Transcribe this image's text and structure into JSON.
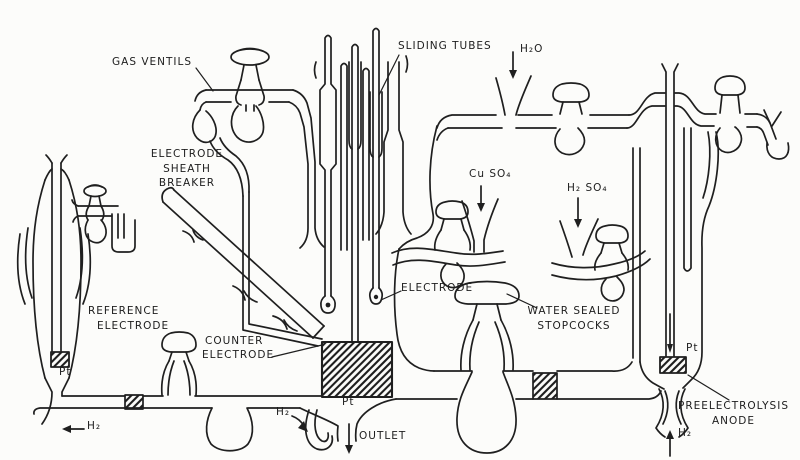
{
  "labels": {
    "gas_ventils": "GAS VENTILS",
    "sliding_tubes": "SLIDING TUBES",
    "h2o_inlet": "H₂O",
    "electrode_sheath_line1": "ELECTRODE SHEATH",
    "electrode_sheath_line2": "BREAKER",
    "cu_so4_inlet": "Cu SO₄",
    "h2_so4_inlet": "H₂ SO₄",
    "electrode": "ELECTRODE",
    "water_sealed_line1": "WATER SEALED",
    "water_sealed_line2": "STOPCOCKS",
    "reference_electrode_line1": "REFERENCE",
    "reference_electrode_line2": "ELECTRODE",
    "counter_electrode_line1": "COUNTER",
    "counter_electrode_line2": "ELECTRODE",
    "pt_reference": "Pt",
    "pt_counter": "Pt",
    "pt_preelectrolysis": "Pt",
    "preelectrolysis_line1": "PREELECTROLYSIS",
    "preelectrolysis_line2": "ANODE",
    "h2_outlet_left": "H₂",
    "h2_outlet_center": "H₂",
    "h2_inlet_right": "H₂",
    "outlet": "OUTLET"
  },
  "colors": {
    "ink": "#1f1f1f",
    "paper": "#fcfcfa"
  }
}
